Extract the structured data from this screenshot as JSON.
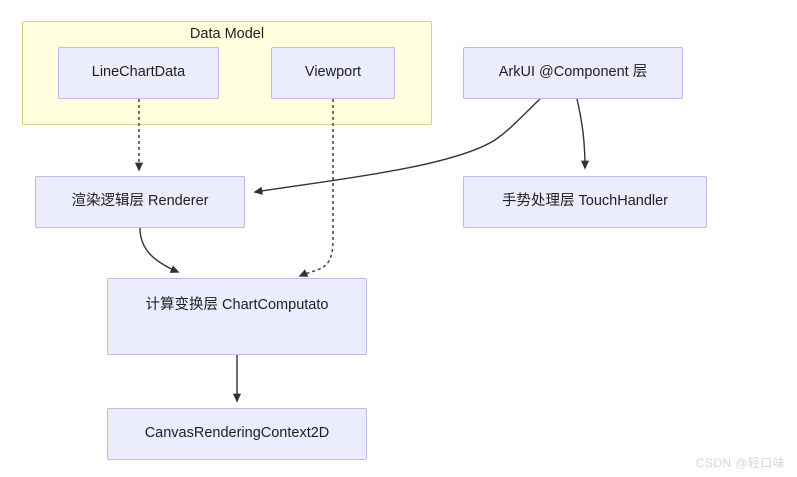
{
  "diagram": {
    "type": "flowchart",
    "title": "",
    "background": "#ffffff",
    "colors": {
      "node_fill": "#ececff",
      "node_border": "#c8b8e8",
      "cluster_fill": "#ffffde",
      "cluster_border": "#d3d37f",
      "edge": "#333333",
      "text": "#1f1f1f",
      "watermark": "#d6d6d6"
    },
    "clusters": [
      {
        "id": "data-model",
        "title": "Data Model"
      }
    ],
    "nodes": [
      {
        "id": "linechartdata",
        "label": "LineChartData"
      },
      {
        "id": "viewport",
        "label": "Viewport"
      },
      {
        "id": "arkui",
        "label": "ArkUI @Component 层"
      },
      {
        "id": "renderer",
        "label": "渲染逻辑层 Renderer"
      },
      {
        "id": "touchhandler",
        "label": "手势处理层 TouchHandler"
      },
      {
        "id": "computator",
        "label": "计算变换层 ChartComputato"
      },
      {
        "id": "canvasctx",
        "label": "CanvasRenderingContext2D"
      }
    ],
    "edges": [
      {
        "from": "linechartdata",
        "to": "renderer",
        "style": "dotted",
        "arrow": "end"
      },
      {
        "from": "viewport",
        "to": "computator",
        "style": "dotted",
        "arrow": "end"
      },
      {
        "from": "arkui",
        "to": "renderer",
        "style": "solid",
        "arrow": "end"
      },
      {
        "from": "arkui",
        "to": "touchhandler",
        "style": "solid",
        "arrow": "end"
      },
      {
        "from": "renderer",
        "to": "computator",
        "style": "solid",
        "arrow": "end"
      },
      {
        "from": "computator",
        "to": "canvasctx",
        "style": "solid",
        "arrow": "end"
      }
    ]
  },
  "watermark": {
    "text": "CSDN @轻口味"
  }
}
